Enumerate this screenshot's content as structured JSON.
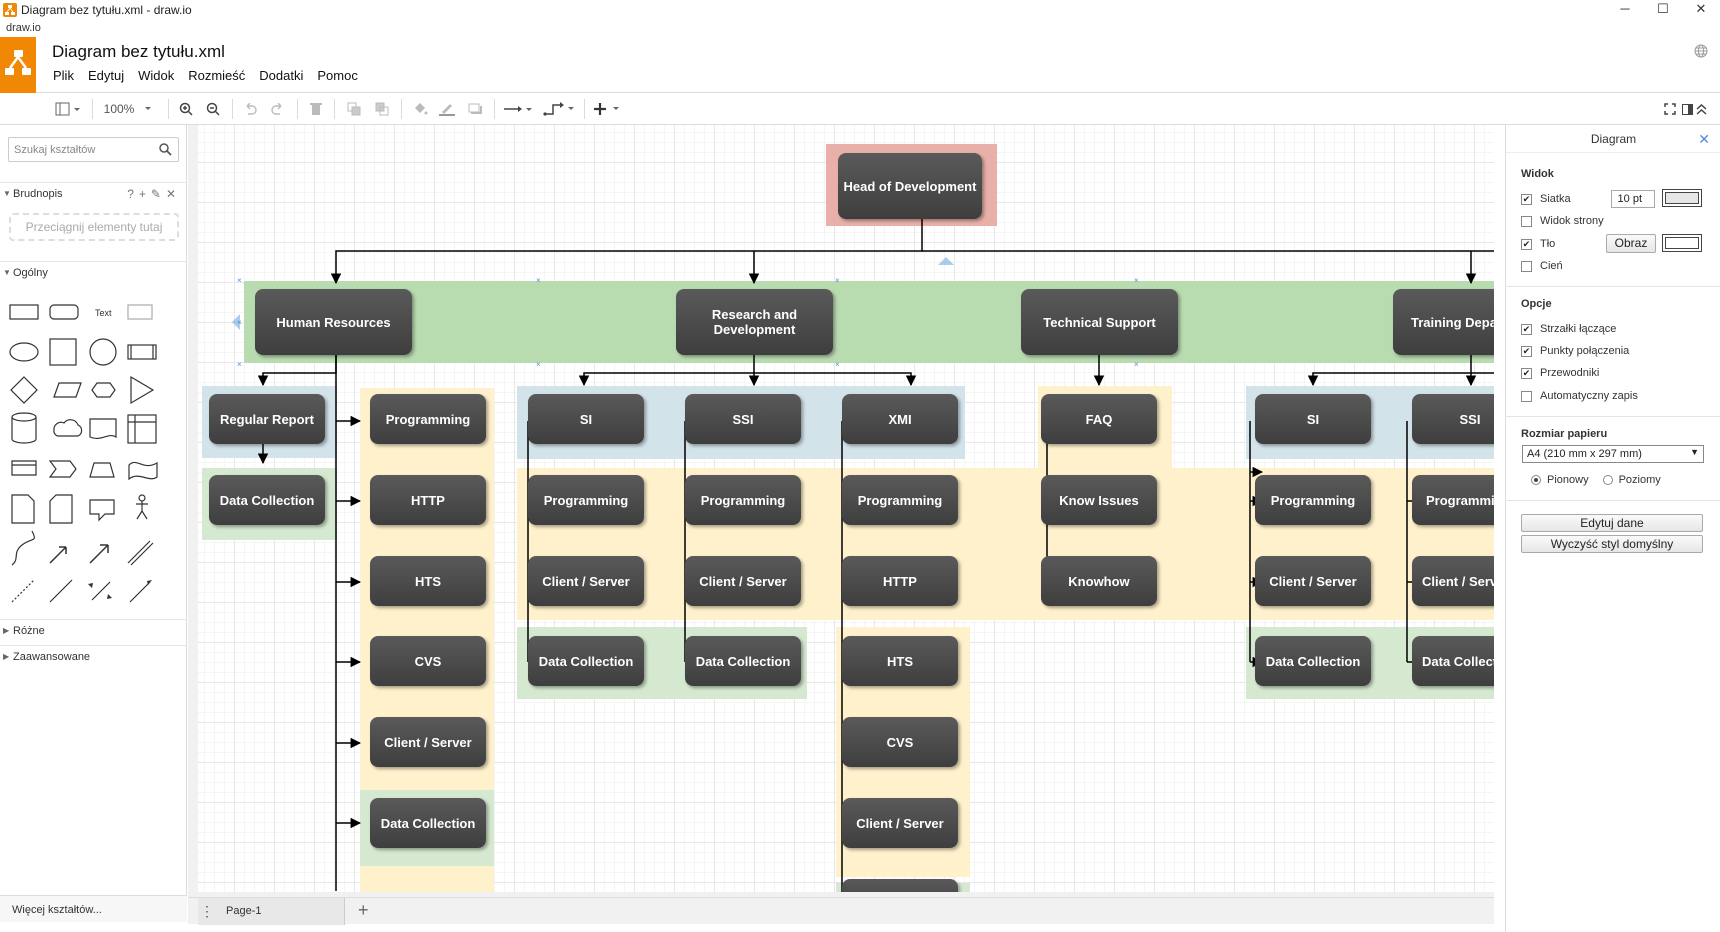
{
  "window": {
    "title": "Diagram bez tytułu.xml - draw.io",
    "app_name": "draw.io",
    "controls": [
      "─",
      "☐",
      "✕"
    ]
  },
  "header": {
    "doc_title": "Diagram bez tytułu.xml",
    "menu": [
      "Plik",
      "Edytuj",
      "Widok",
      "Rozmieść",
      "Dodatki",
      "Pomoc"
    ]
  },
  "toolbar": {
    "zoom": "100%"
  },
  "left_panel": {
    "search_placeholder": "Szukaj kształtów",
    "scratchpad_title": "Brudnopis",
    "scratchpad_tools": "?+✎✕",
    "scratchpad_drop": "Przeciągnij elementy tutaj",
    "general_title": "Ogólny",
    "shape_text_label": "Text",
    "misc_title": "Różne",
    "advanced_title": "Zaawansowane",
    "more_shapes": "Więcej kształtów..."
  },
  "page_tab": {
    "label": "Page-1"
  },
  "right_panel": {
    "title": "Diagram",
    "view_section": "Widok",
    "grid_label": "Siatka",
    "grid_value": "10 pt",
    "page_view_label": "Widok strony",
    "background_label": "Tło",
    "image_button": "Obraz",
    "shadow_label": "Cień",
    "options_section": "Opcje",
    "connection_arrows_label": "Strzałki łączące",
    "connection_points_label": "Punkty połączenia",
    "guides_label": "Przewodniki",
    "autosave_label": "Automatyczny zapis",
    "paper_size_section": "Rozmiar papieru",
    "paper_size_value": "A4 (210 mm x 297 mm)",
    "portrait_label": "Pionowy",
    "landscape_label": "Poziomy",
    "edit_data_button": "Edytuj dane",
    "clear_style_button": "Wyczyść styl domyślny",
    "checkboxes": {
      "grid": true,
      "page_view": false,
      "background": true,
      "shadow": false,
      "connection_arrows": true,
      "connection_points": true,
      "guides": true,
      "autosave": false
    },
    "orientation": "portrait"
  },
  "colors": {
    "accent": "#f08705",
    "node": "#4a4a4a",
    "band_green": "#b9dbb0",
    "band_yellow": "#fff1cc",
    "band_blue": "#d3e3ea",
    "band_red": "#e8b0a8"
  },
  "diagram": {
    "head": "Head of Development",
    "departments": [
      "Human Resources",
      "Research and Development",
      "Technical Support",
      "Training Depart"
    ],
    "hr": {
      "left_1": "Regular Report",
      "left_2": "Data Collection",
      "col": [
        "Programming",
        "HTTP",
        "HTS",
        "CVS",
        "Client / Server",
        "Data Collection"
      ]
    },
    "rd": {
      "si": "SI",
      "ssi": "SSI",
      "xmi": "XMI",
      "si_col": [
        "Programming",
        "Client / Server",
        "Data Collection"
      ],
      "ssi_col": [
        "Programming",
        "Client / Server",
        "Data Collection"
      ],
      "xmi_col": [
        "Programming",
        "HTTP",
        "HTS",
        "CVS",
        "Client / Server"
      ]
    },
    "ts": {
      "top": "FAQ",
      "col": [
        "Know Issues",
        "Knowhow"
      ]
    },
    "tr": {
      "si": "SI",
      "ssi": "SSI",
      "si_col": [
        "Programming",
        "Client / Server",
        "Data Collection"
      ],
      "ssi_col": [
        "Programmin",
        "Client / Serv",
        "Data Collecti"
      ]
    }
  }
}
